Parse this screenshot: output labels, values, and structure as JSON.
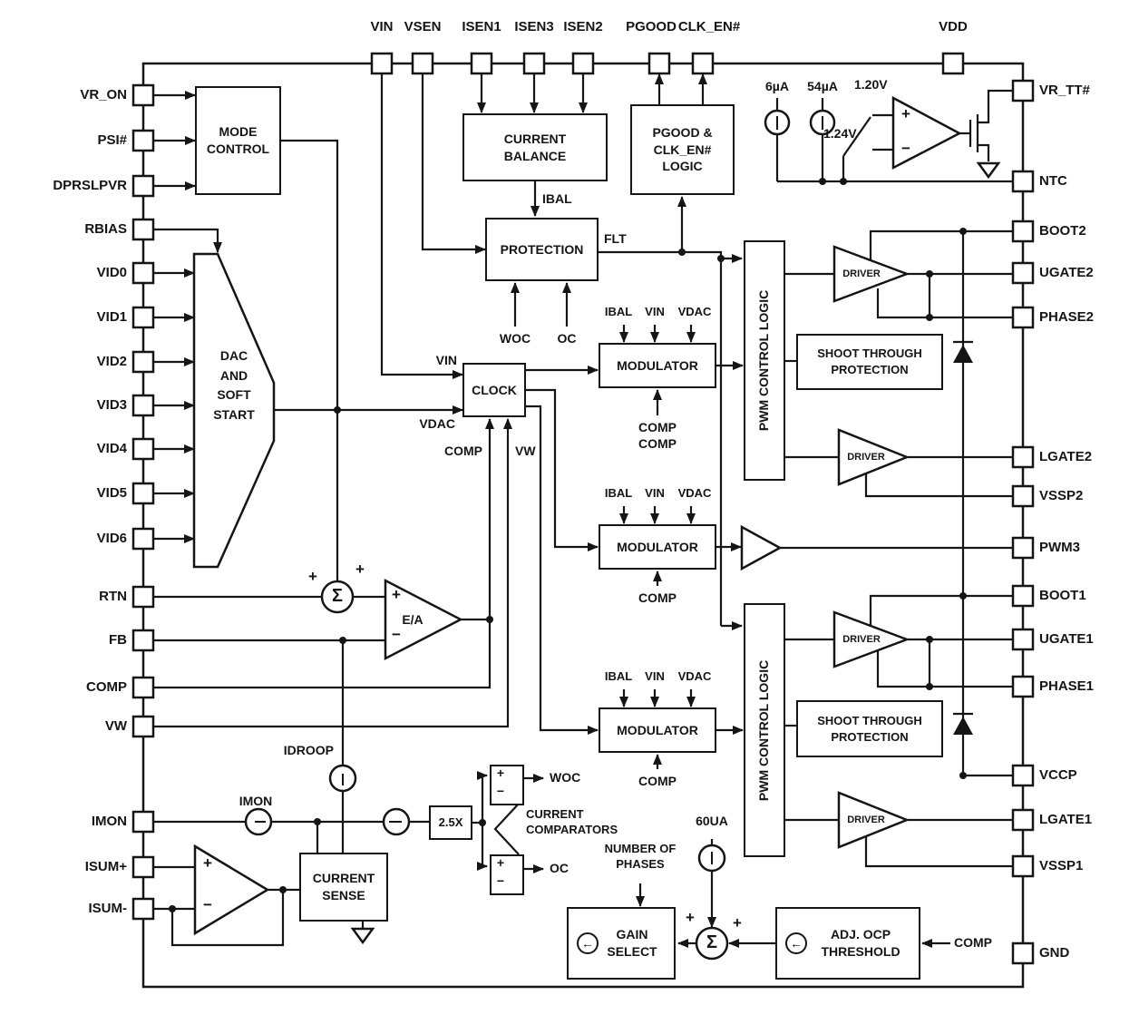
{
  "pins": {
    "top": [
      "VIN",
      "VSEN",
      "ISEN1",
      "ISEN3",
      "ISEN2",
      "PGOOD",
      "CLK_EN#",
      "VDD"
    ],
    "left": [
      "VR_ON",
      "PSI#",
      "DPRSLPVR",
      "RBIAS",
      "VID0",
      "VID1",
      "VID2",
      "VID3",
      "VID4",
      "VID5",
      "VID6",
      "RTN",
      "FB",
      "COMP",
      "VW",
      "IMON",
      "ISUM+",
      "ISUM-"
    ],
    "right": [
      "VR_TT#",
      "NTC",
      "BOOT2",
      "UGATE2",
      "PHASE2",
      "LGATE2",
      "VSSP2",
      "PWM3",
      "BOOT1",
      "UGATE1",
      "PHASE1",
      "VCCP",
      "LGATE1",
      "VSSP1",
      "GND"
    ]
  },
  "blocks": {
    "mode_control": "MODE\nCONTROL",
    "dac_soft_start": "DAC\nAND\nSOFT\nSTART",
    "current_balance": "CURRENT\nBALANCE",
    "pgood_clken_logic": "PGOOD &\nCLK_EN#\nLOGIC",
    "protection": "PROTECTION",
    "clock": "CLOCK",
    "modulator": "MODULATOR",
    "pwm_control_logic": "PWM CONTROL LOGIC",
    "driver": "DRIVER",
    "shoot_through": "SHOOT THROUGH\nPROTECTION",
    "error_amp": "E/A",
    "current_sense": "CURRENT\nSENSE",
    "gain_2p5x": "2.5X",
    "gain_select": "GAIN\nSELECT",
    "adj_ocp_threshold": "ADJ. OCP\nTHRESHOLD"
  },
  "labels": {
    "ibal": "IBAL",
    "flt": "FLT",
    "woc": "WOC",
    "oc": "OC",
    "vin": "VIN",
    "vdac": "VDAC",
    "comp": "COMP",
    "vw": "VW",
    "comp_comp": "COMP\nCOMP",
    "idroop": "IDROOP",
    "imon": "IMON",
    "current_comparators": "CURRENT\nCOMPARATORS",
    "number_of_phases": "NUMBER OF\nPHASES",
    "current_60ua": "60UA",
    "current_6ua": "6µA",
    "current_54ua": "54µA",
    "ref_120": "1.20V",
    "ref_124": "1.24V",
    "sigma": "Σ",
    "plus": "+",
    "minus": "−",
    "arrow_left": "←"
  }
}
